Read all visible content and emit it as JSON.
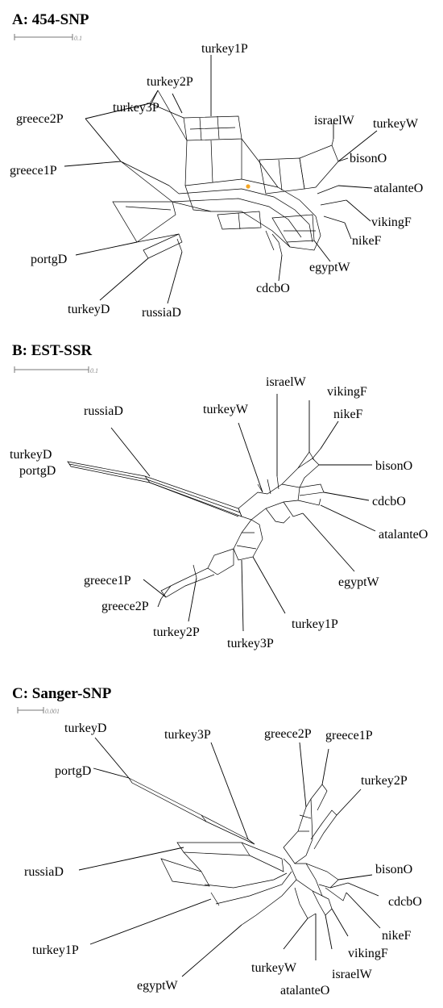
{
  "panels": [
    {
      "title": "A: 454-SNP",
      "scale_label": "0.1",
      "taxa": [
        "turkey1P",
        "turkey2P",
        "turkey3P",
        "greece2P",
        "greece1P",
        "israelW",
        "turkeyW",
        "bisonO",
        "atalanteO",
        "vikingF",
        "nikeF",
        "egyptW",
        "cdcbO",
        "russiaD",
        "turkeyD",
        "portgD"
      ]
    },
    {
      "title": "B: EST-SSR",
      "scale_label": "0.1",
      "taxa": [
        "israelW",
        "vikingF",
        "nikeF",
        "turkeyW",
        "russiaD",
        "turkeyD",
        "portgD",
        "bisonO",
        "cdcbO",
        "atalanteO",
        "egyptW",
        "greece1P",
        "greece2P",
        "turkey2P",
        "turkey1P",
        "turkey3P"
      ]
    },
    {
      "title": "C: Sanger-SNP",
      "scale_label": "0.001",
      "taxa": [
        "turkeyD",
        "portgD",
        "turkey3P",
        "greece2P",
        "greece1P",
        "turkey2P",
        "russiaD",
        "bisonO",
        "cdcbO",
        "nikeF",
        "vikingF",
        "israelW",
        "turkeyW",
        "atalanteO",
        "turkey1P",
        "egyptW"
      ]
    }
  ]
}
